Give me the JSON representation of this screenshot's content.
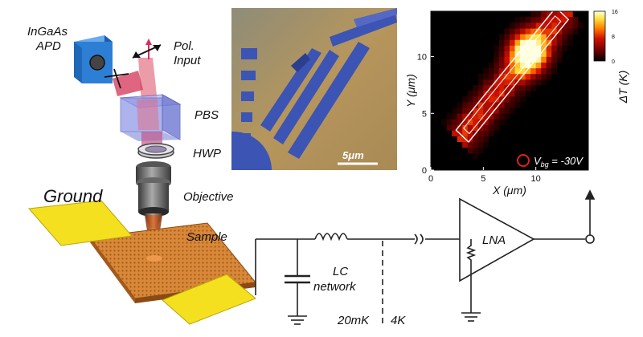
{
  "labels": {
    "apd_line1": "InGaAs",
    "apd_line2": "APD",
    "pol_line1": "Pol.",
    "pol_line2": "Input",
    "pbs": "PBS",
    "hwp": "HWP",
    "objective": "Objective",
    "sample": "Sample",
    "ground": "Ground",
    "scale_bar": "5μm",
    "lc_line1": "LC",
    "lc_line2": "network",
    "temp_cold": "20mK",
    "temp_warm": "4K",
    "lna": "LNA"
  },
  "colors": {
    "apd": "#2c7fd4",
    "beam": "#e98a9a",
    "pbs": "#8a93e6",
    "sample": "#d88838",
    "gold_pad": "#f5e020",
    "micro_bg": "#b2945e",
    "micro_stripe": "#3c54b4"
  },
  "chart_data": {
    "type": "heatmap",
    "xlabel": "X (μm)",
    "ylabel": "Y (μm)",
    "xlim": [
      0,
      15
    ],
    "ylim": [
      0,
      14
    ],
    "xticks": [
      0,
      5,
      10
    ],
    "yticks": [
      0,
      5,
      10
    ],
    "colorbar": {
      "label": "ΔT (K)",
      "range": [
        0,
        16
      ],
      "ticks": [
        0,
        8,
        16
      ],
      "colors": [
        "#000000",
        "#6a0000",
        "#d01000",
        "#ff7a00",
        "#ffe040",
        "#ffffe0"
      ]
    },
    "hotspot": {
      "x": 9.3,
      "y": 10.4,
      "peak": 16
    },
    "ribbon": {
      "from": [
        3.0,
        3.0
      ],
      "to": [
        12.5,
        13.8
      ],
      "width": 1.6
    },
    "annotation": {
      "symbol": "red-circle",
      "text": "V",
      "subscript": "bg",
      "suffix": " = -30V"
    }
  }
}
